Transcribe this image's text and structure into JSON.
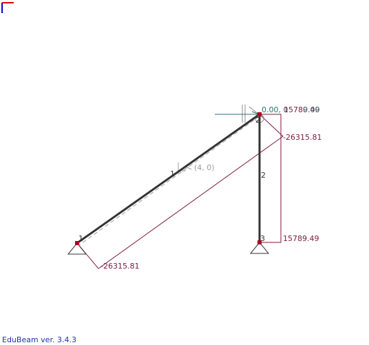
{
  "app": {
    "version_label": "EduBeam ver. 3.4.3"
  },
  "colors": {
    "background": "#ffffff",
    "element": "#333333",
    "node": "#b00020",
    "diagram": "#7a1a3a",
    "load": "#2e6e70",
    "hinge": "#888888",
    "corner_red": "#e00000",
    "corner_blue": "#0000d0"
  },
  "nodes": [
    {
      "id": "1",
      "support": "pinned"
    },
    {
      "id": "2",
      "support": "none"
    },
    {
      "id": "3",
      "support": "pinned"
    }
  ],
  "elements": [
    {
      "id": "1",
      "from": "1",
      "to": "2"
    },
    {
      "id": "2",
      "from": "2",
      "to": "3"
    }
  ],
  "labels": {
    "element_load": "(4, 0)",
    "top_value_overlap": "0.00, 0.00, 15789.49, 0.00",
    "top_value_a": "0.00, 0",
    "top_value_b": "15789.49",
    "top_value_c": "0.00",
    "moment_top": "-26315.81",
    "moment_bottom_left": "-26315.81",
    "moment_right_bottom": "15789.49"
  }
}
